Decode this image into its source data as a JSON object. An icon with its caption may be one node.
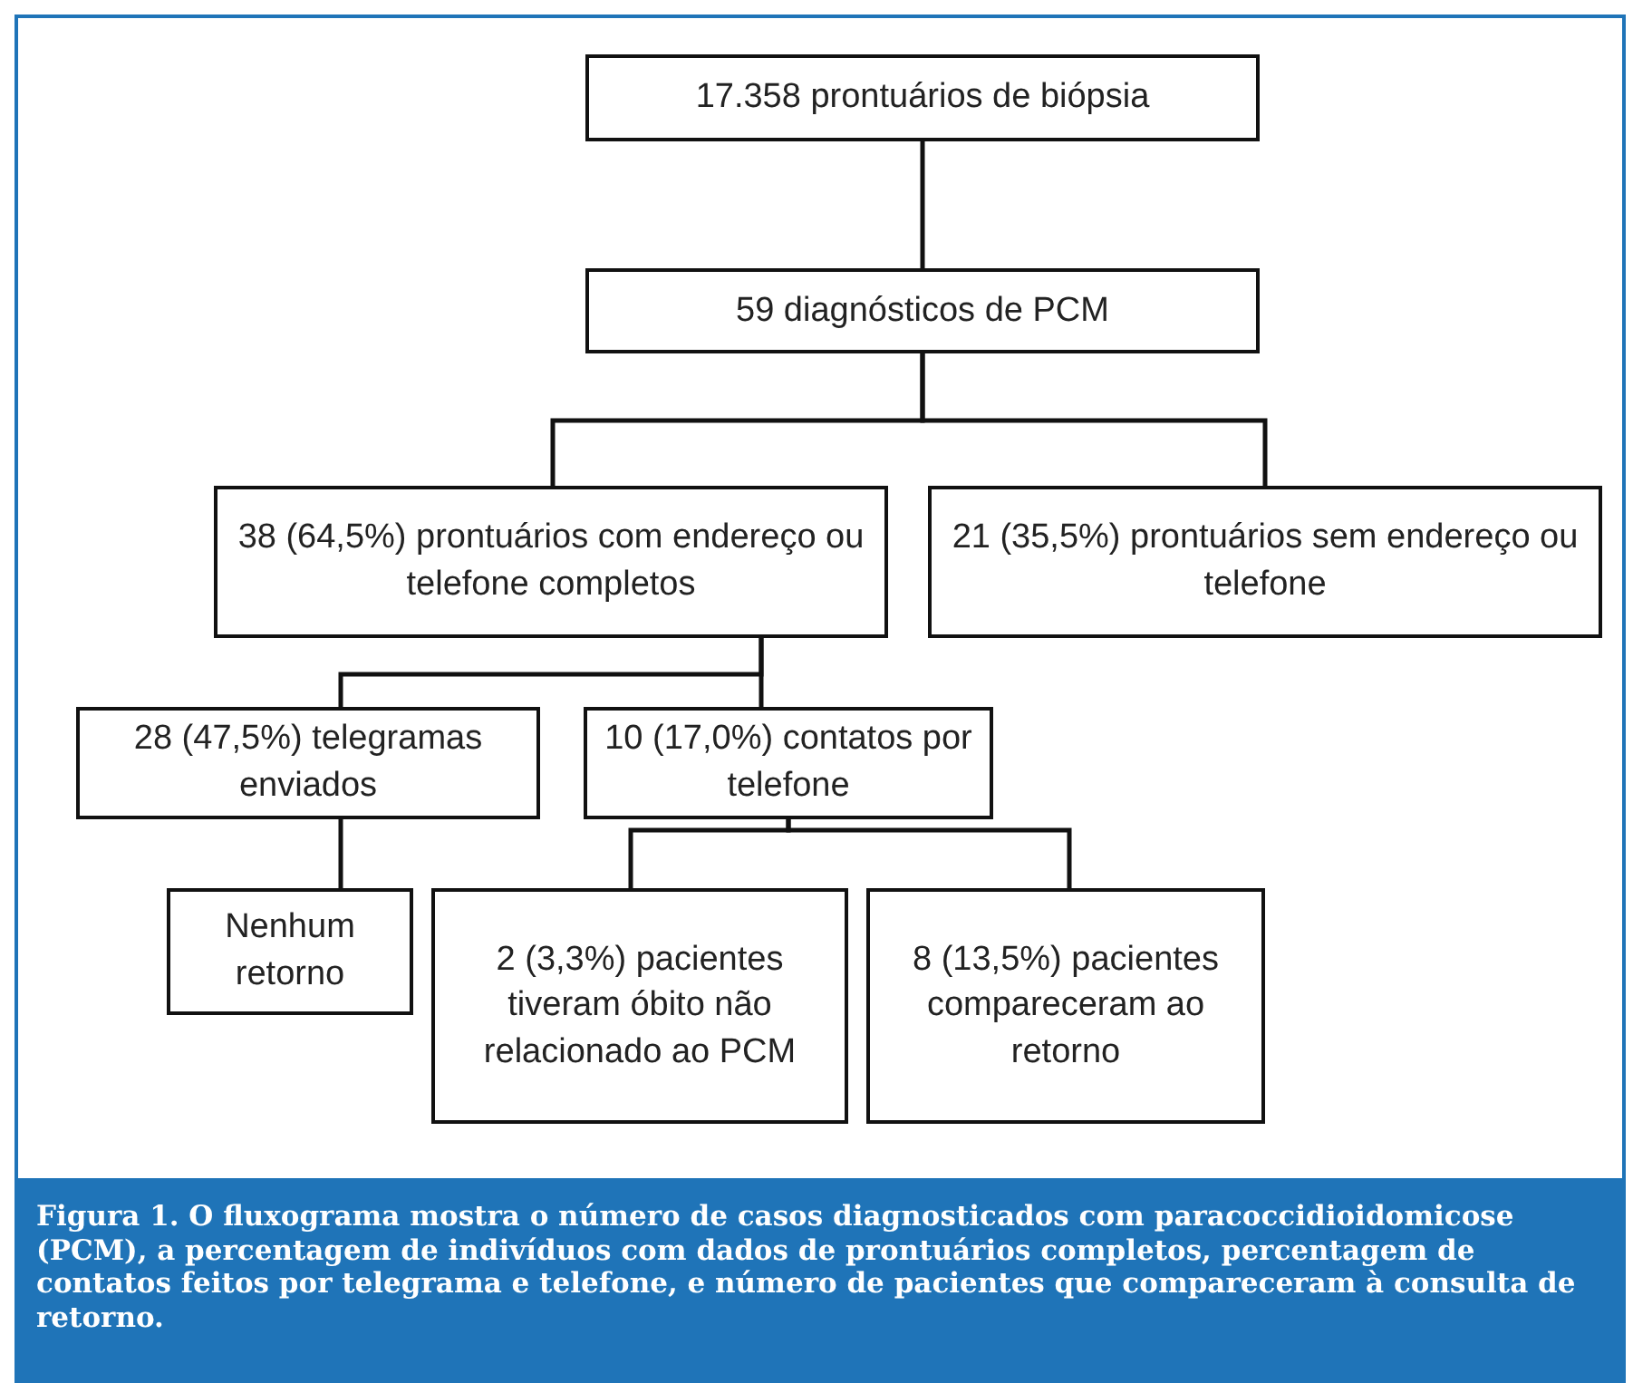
{
  "diagram": {
    "caption": "Figura 1. O fluxograma mostra o número de casos diagnosticados com paracoccidioidomicose (PCM), a percentagem de indivíduos com dados de prontuários completos, percentagem de contatos feitos por telegrama e telefone, e número de pacientes que compareceram à consulta de retorno.",
    "nodes": [
      {
        "text": [
          "17.358 prontuários de biópsia"
        ]
      },
      {
        "text": [
          "59 diagnósticos de PCM"
        ]
      },
      {
        "text": [
          "38 (64,5%) prontuários com endereço ou telefone completos"
        ]
      },
      {
        "text": [
          "21 (35,5%) prontuários sem endereço ou telefone"
        ]
      },
      {
        "text": [
          "28 (47,5%) telegramas enviados"
        ]
      },
      {
        "text": [
          "10 (17,0%) contatos por telefone"
        ]
      },
      {
        "text": [
          "Nenhum retorno"
        ]
      },
      {
        "text": [
          "2 (3,3%) pacientes tiveram óbito não relacionado ao PCM"
        ]
      },
      {
        "text": [
          "8 (13,5%) pacientes compareceram ao retorno"
        ]
      }
    ],
    "edges": [
      {
        "from": 0,
        "to": 1,
        "arrow": "none"
      },
      {
        "from": 1,
        "to": 2,
        "arrow": "none"
      },
      {
        "from": 1,
        "to": 3,
        "arrow": "none"
      },
      {
        "from": 2,
        "to": 4,
        "arrow": "none"
      },
      {
        "from": 2,
        "to": 5,
        "arrow": "none"
      },
      {
        "from": 4,
        "to": 6,
        "arrow": "none"
      },
      {
        "from": 5,
        "to": 7,
        "arrow": "none"
      },
      {
        "from": 5,
        "to": 8,
        "arrow": "none"
      }
    ]
  }
}
